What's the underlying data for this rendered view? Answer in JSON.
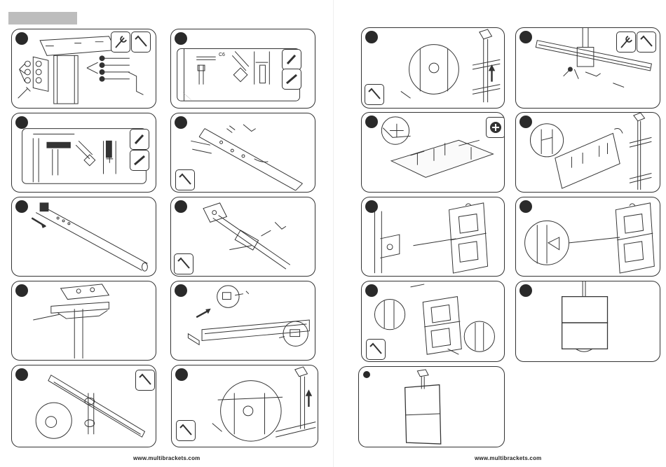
{
  "left_page": {
    "footer_url": "www.multibrackets.com"
  },
  "right_page": {
    "footer_url": "www.multibrackets.com"
  },
  "labels": {
    "dimension_c6": "C6"
  }
}
